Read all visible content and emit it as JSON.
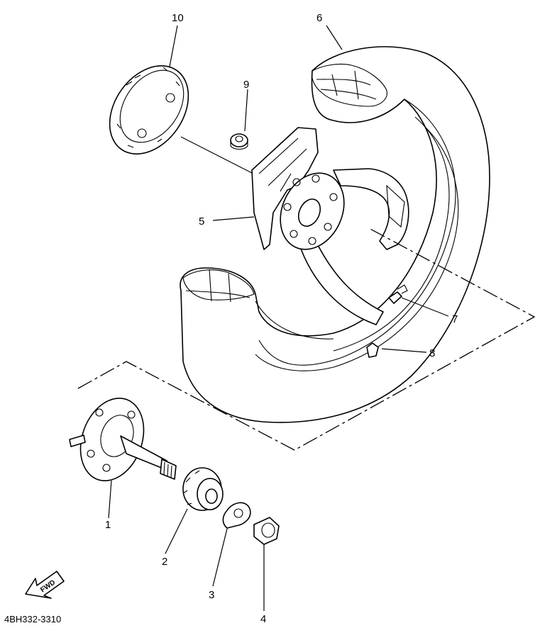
{
  "diagram": {
    "part_code": "4BH332-3310",
    "fwd_label": "FWD",
    "callouts": [
      {
        "id": "1",
        "part": "axle-hub-flange"
      },
      {
        "id": "2",
        "part": "bearing-spacer"
      },
      {
        "id": "3",
        "part": "lock-washer"
      },
      {
        "id": "4",
        "part": "axle-nut"
      },
      {
        "id": "5",
        "part": "cast-wheel"
      },
      {
        "id": "6",
        "part": "tire"
      },
      {
        "id": "7",
        "part": "valve"
      },
      {
        "id": "8",
        "part": "valve-cap"
      },
      {
        "id": "9",
        "part": "collar"
      },
      {
        "id": "10",
        "part": "hub-cover-plate"
      }
    ]
  }
}
